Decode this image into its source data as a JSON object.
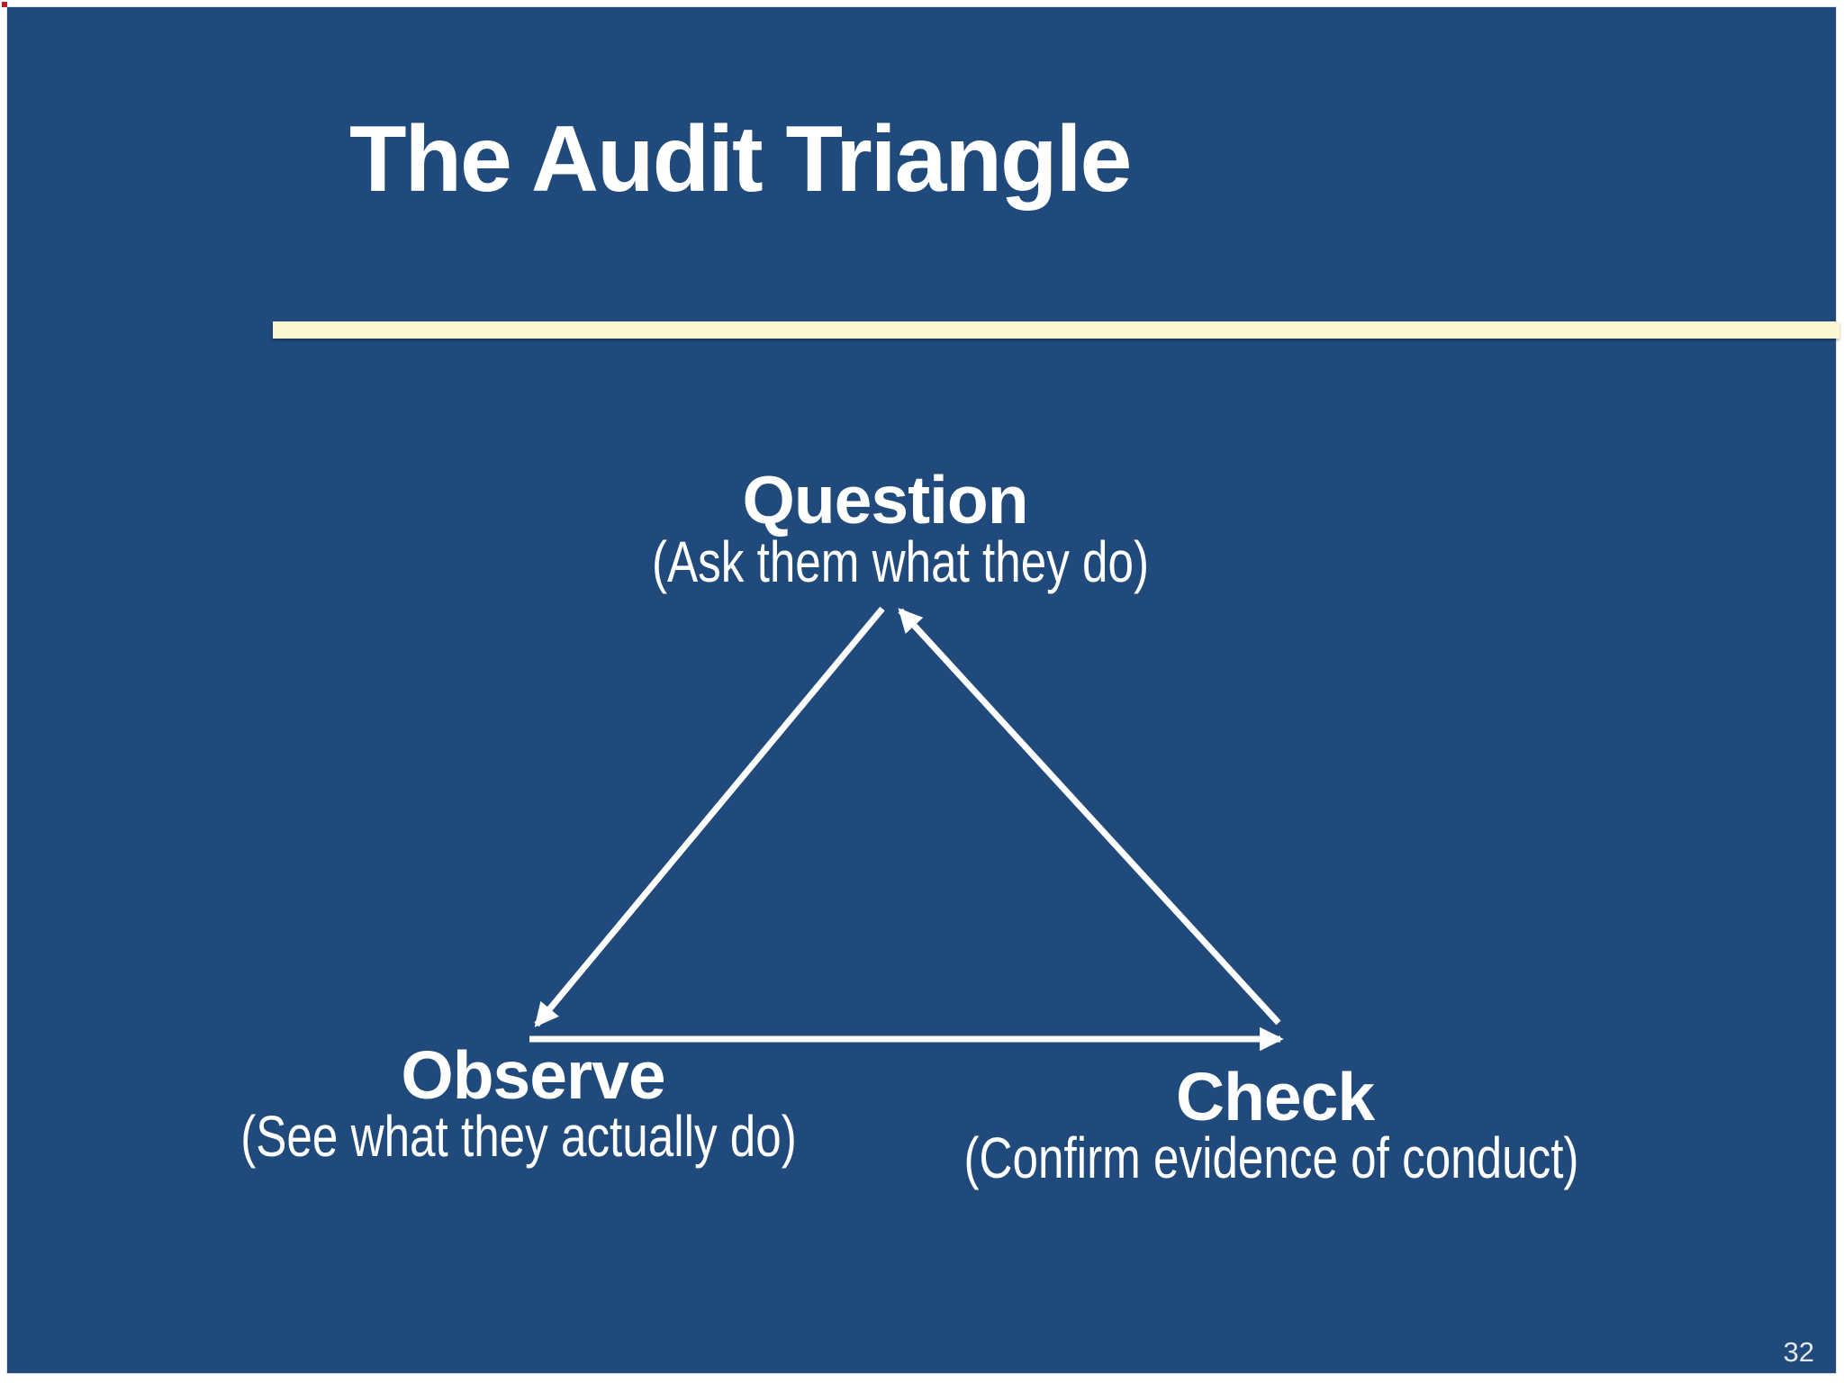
{
  "slide": {
    "title": "The Audit Triangle",
    "page_number": "32",
    "colors": {
      "background": "#204A7C",
      "divider": "#FAF8D2",
      "text": "#FFFFFF",
      "frame": "#FFFFFF",
      "corner_mark": "#B42025"
    }
  },
  "diagram": {
    "type": "cycle-triangle",
    "vertices": [
      {
        "id": "question",
        "position": "top",
        "label": "Question",
        "caption": "(Ask them what they do)"
      },
      {
        "id": "observe",
        "position": "bottom-left",
        "label": "Observe",
        "caption": "(See what they actually do)"
      },
      {
        "id": "check",
        "position": "bottom-right",
        "label": "Check",
        "caption": "(Confirm evidence of conduct)"
      }
    ],
    "arrows": [
      {
        "from": "Question",
        "to": "Observe"
      },
      {
        "from": "Observe",
        "to": "Check"
      },
      {
        "from": "Check",
        "to": "Question"
      }
    ]
  }
}
